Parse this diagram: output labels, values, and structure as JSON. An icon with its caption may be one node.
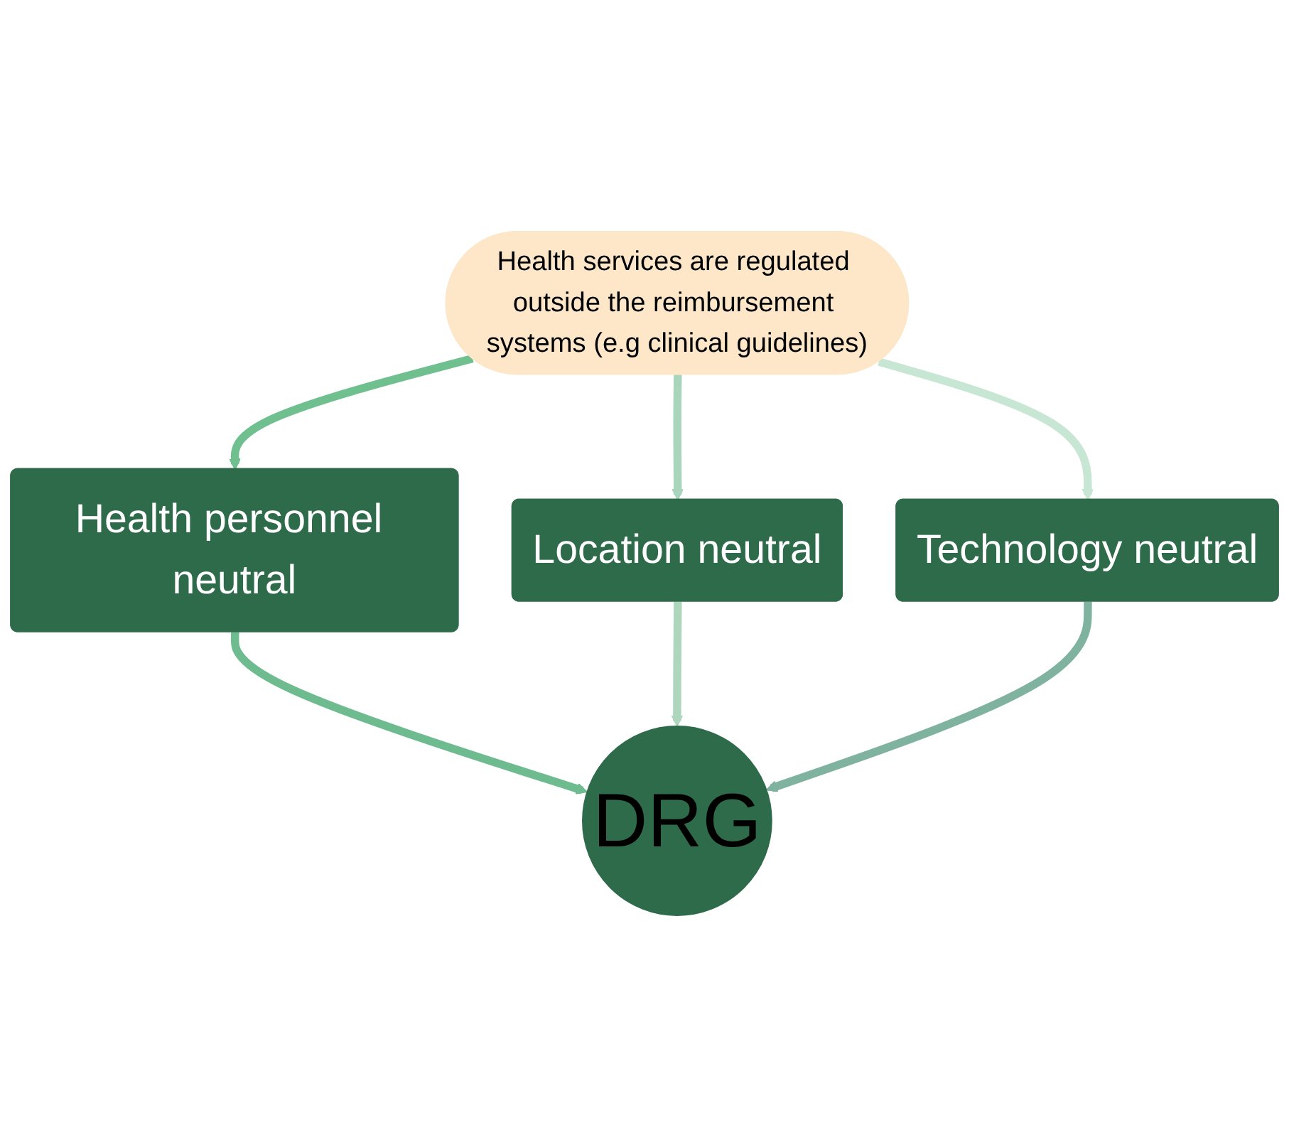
{
  "diagram": {
    "nodes": [
      {
        "text": [
          "Health services are regulated outside the reimbursement systems (e.g clinical guidelines)"
        ]
      },
      {
        "text": [
          "Health personnel neutral"
        ]
      },
      {
        "text": [
          "Location neutral"
        ]
      },
      {
        "text": [
          "Technology neutral"
        ]
      },
      {
        "text": [
          "DRG"
        ]
      }
    ],
    "edges": [
      {
        "from": 0,
        "to": 1,
        "arrow": "to",
        "color": "#6fbf8f"
      },
      {
        "from": 0,
        "to": 2,
        "arrow": "to",
        "color": "#a8d5bb"
      },
      {
        "from": 0,
        "to": 3,
        "arrow": "to",
        "color": "#c8e6d4"
      },
      {
        "from": 1,
        "to": 4,
        "arrow": "to",
        "color": "#6fbb90"
      },
      {
        "from": 2,
        "to": 4,
        "arrow": "to",
        "color": "#aed6bd"
      },
      {
        "from": 3,
        "to": 4,
        "arrow": "to",
        "color": "#7fb3a0"
      }
    ]
  }
}
